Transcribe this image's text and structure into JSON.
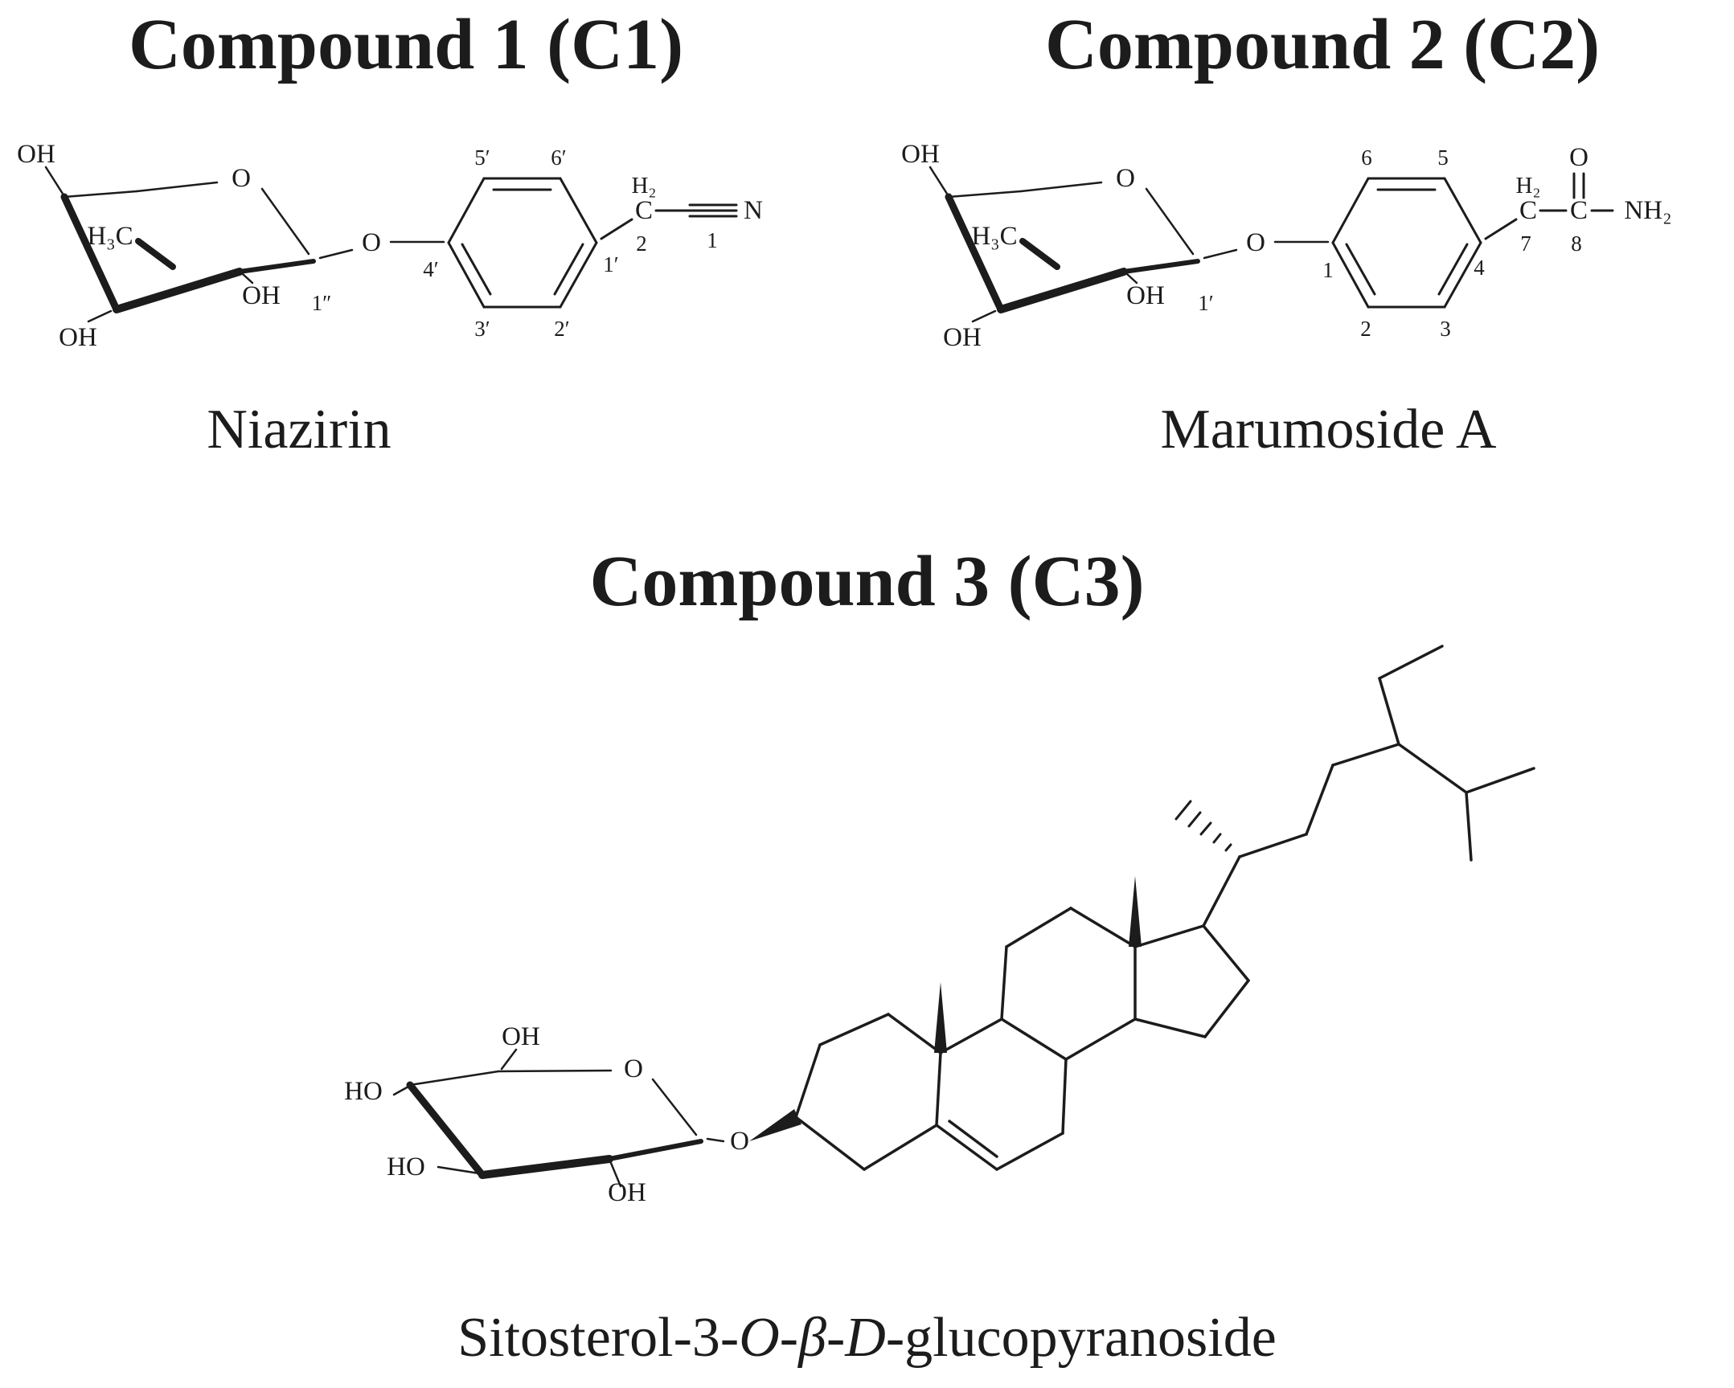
{
  "colors": {
    "ink": "#1c1c1c",
    "background": "#ffffff"
  },
  "compound1": {
    "title": "Compound 1 (C1)",
    "caption": "Niazirin",
    "atoms": {
      "oh_top": "OH",
      "ring_o": "O",
      "h3c": "H₃C",
      "oh_mid": "OH",
      "oh_bottom": "OH",
      "glyco_o": "O",
      "h2": "H₂",
      "c": "C",
      "n": "N"
    },
    "locants": {
      "anomeric": "1″",
      "c4": "4′",
      "c5": "5′",
      "c6": "6′",
      "c1": "1′",
      "c2": "2′",
      "c3": "3′",
      "chain2": "2",
      "chain1": "1"
    }
  },
  "compound2": {
    "title": "Compound 2 (C2)",
    "caption": "Marumoside A",
    "atoms": {
      "oh_top": "OH",
      "ring_o": "O",
      "h3c": "H₃C",
      "oh_mid": "OH",
      "oh_bottom": "OH",
      "glyco_o": "O",
      "h2": "H₂",
      "c7": "C",
      "carbonyl_o": "O",
      "c8": "C",
      "nh2": "NH₂"
    },
    "locants": {
      "anomeric": "1′",
      "c1": "1",
      "c2": "2",
      "c3": "3",
      "c4": "4",
      "c5": "5",
      "c6": "6",
      "chain7": "7",
      "chain8": "8"
    }
  },
  "compound3": {
    "title": "Compound 3 (C3)",
    "caption_parts": [
      "Sitosterol-3-",
      "O",
      "-",
      "β",
      "-",
      "D",
      "-glucopyranoside"
    ],
    "atoms": {
      "oh_top": "OH",
      "ho_left": "HO",
      "ho_bottom": "HO",
      "oh_bottom": "OH",
      "ring_o": "O",
      "glyco_o": "O"
    }
  }
}
